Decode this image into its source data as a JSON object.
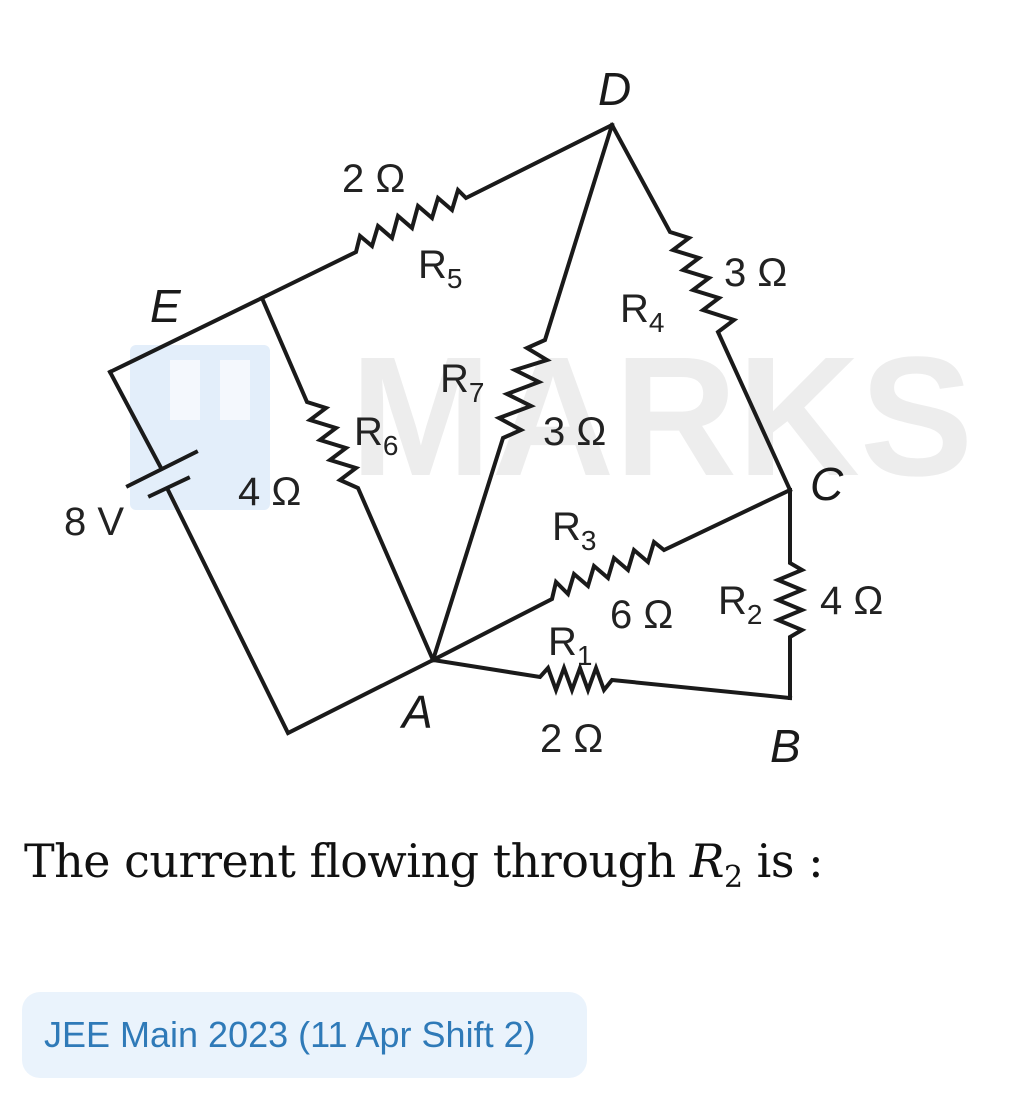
{
  "diagram": {
    "nodes": {
      "A": "A",
      "B": "B",
      "C": "C",
      "D": "D",
      "E": "E"
    },
    "battery": {
      "label": "8 V"
    },
    "resistors": [
      {
        "id": "R1",
        "name": "R",
        "sub": "1",
        "value": "2 Ω",
        "between": "A-B"
      },
      {
        "id": "R2",
        "name": "R",
        "sub": "2",
        "value": "4 Ω",
        "between": "C-B"
      },
      {
        "id": "R3",
        "name": "R",
        "sub": "3",
        "value": "6 Ω",
        "between": "A-C"
      },
      {
        "id": "R4",
        "name": "R",
        "sub": "4",
        "value": "3 Ω",
        "between": "D-C"
      },
      {
        "id": "R5",
        "name": "R",
        "sub": "5",
        "value": "2 Ω",
        "between": "E-D"
      },
      {
        "id": "R6",
        "name": "R",
        "sub": "6",
        "value": "4 Ω",
        "between": "E-A"
      },
      {
        "id": "R7",
        "name": "R",
        "sub": "7",
        "value": "3 Ω",
        "between": "A-D"
      }
    ],
    "watermark": "MARKS"
  },
  "question": {
    "prefix": "The current flowing through ",
    "var": "R",
    "var_sub": "2",
    "suffix": " is :"
  },
  "source_tag": "JEE Main 2023 (11 Apr Shift 2)",
  "colors": {
    "wire": "#1a1a1a",
    "tag_bg": "#eaf3fc",
    "tag_text": "#2f7ab8"
  }
}
